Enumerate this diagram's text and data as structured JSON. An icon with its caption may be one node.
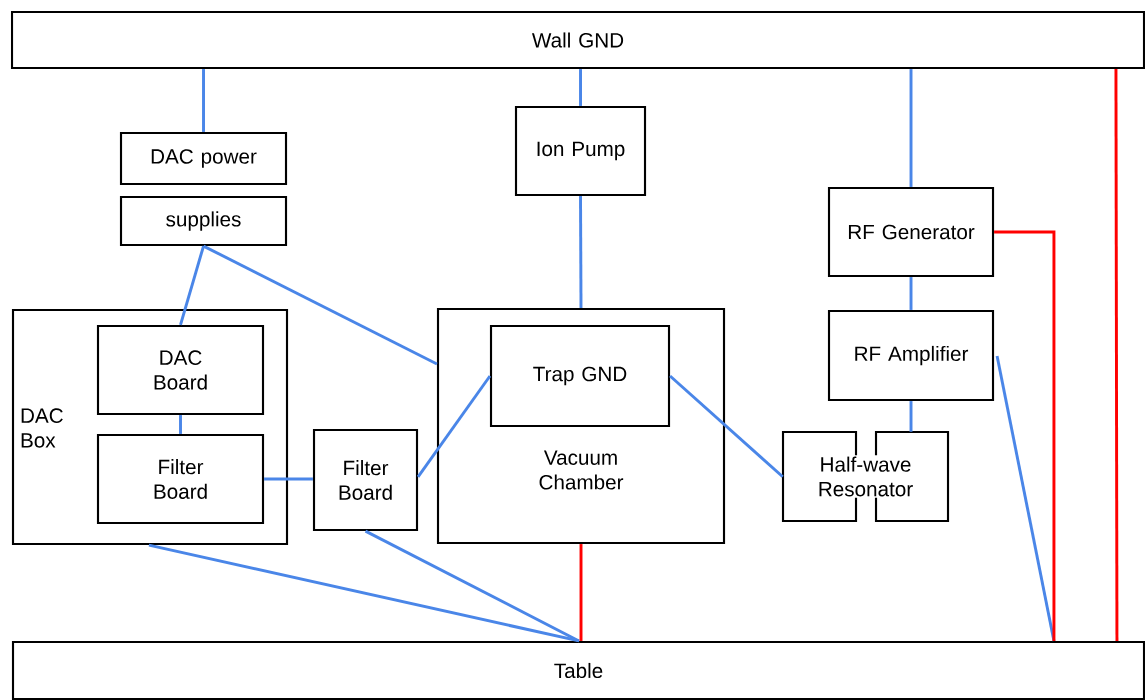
{
  "diagram": {
    "nodes": [
      {
        "text": [
          "Wall GND"
        ]
      },
      {
        "text": [
          "DAC power"
        ]
      },
      {
        "text": [
          "supplies"
        ]
      },
      {
        "text": [
          "Ion Pump"
        ]
      },
      {
        "text": [
          "RF Generator"
        ]
      },
      {
        "text": [
          "DAC Box"
        ]
      },
      {
        "text": [
          "DAC Board"
        ],
        "in": 5
      },
      {
        "text": [
          "Filter Board"
        ],
        "in": 5
      },
      {
        "text": [
          "Filter Board"
        ]
      },
      {
        "text": [
          "Vacuum Chamber"
        ]
      },
      {
        "text": [
          "Trap GND"
        ],
        "in": 9
      },
      {
        "text": [
          "RF Amplifier"
        ]
      },
      {
        "text": [
          "Half-wave Resonator"
        ]
      },
      {
        "text": [
          "Table"
        ]
      }
    ],
    "edges": [
      {
        "from": 0,
        "to": 1,
        "arrow": "none"
      },
      {
        "from": 0,
        "to": 3,
        "arrow": "none"
      },
      {
        "from": 0,
        "to": 4,
        "arrow": "none"
      },
      {
        "from": 2,
        "to": 6,
        "arrow": "none"
      },
      {
        "from": 2,
        "to": 9,
        "arrow": "none"
      },
      {
        "from": 3,
        "to": 9,
        "arrow": "none"
      },
      {
        "from": 4,
        "to": 11,
        "arrow": "none"
      },
      {
        "from": 6,
        "to": 7,
        "arrow": "none"
      },
      {
        "from": 7,
        "to": 8,
        "arrow": "none"
      },
      {
        "from": 8,
        "to": 10,
        "arrow": "none"
      },
      {
        "from": 10,
        "to": 12,
        "arrow": "none"
      },
      {
        "from": 11,
        "to": 12,
        "arrow": "none"
      },
      {
        "from": 5,
        "to": 13,
        "arrow": "none"
      },
      {
        "from": 8,
        "to": 13,
        "arrow": "none"
      },
      {
        "from": 9,
        "to": 13,
        "arrow": "none",
        "color": "#ff0000"
      },
      {
        "from": 11,
        "to": 13,
        "arrow": "none"
      },
      {
        "from": 4,
        "to": 13,
        "arrow": "none",
        "color": "#ff0000"
      },
      {
        "from": 0,
        "to": 13,
        "arrow": "none",
        "color": "#ff0000"
      }
    ]
  }
}
